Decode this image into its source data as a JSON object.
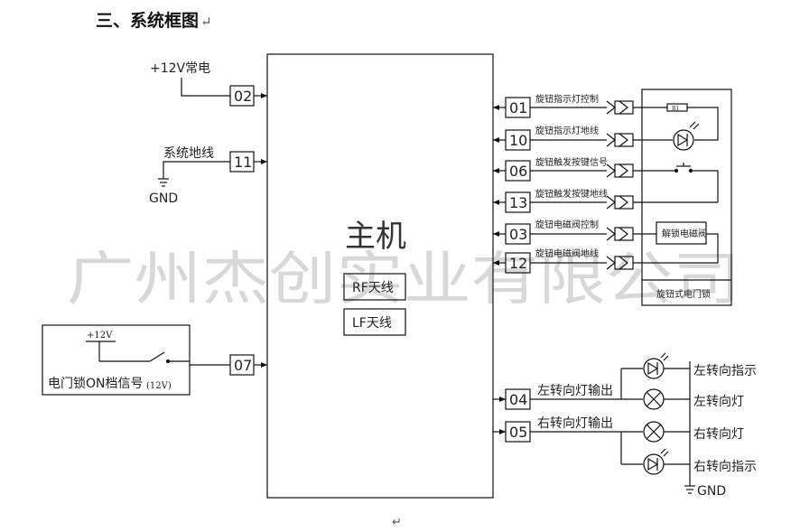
{
  "heading": {
    "text": "三、系统框图",
    "mark": "↵"
  },
  "paragraph_mark": "↵",
  "watermark": "广州杰创实业有限公司",
  "main_unit": {
    "label": "主机",
    "antennas": [
      "RF天线",
      "LF天线"
    ]
  },
  "left_inputs": [
    {
      "pin": "02",
      "label": "+12V常电"
    },
    {
      "pin": "11",
      "label": "系统地线",
      "ground": "GND"
    },
    {
      "pin": "07",
      "switch_supply": "+12V",
      "label": "电门锁ON档信号",
      "label_note": "(12V)"
    }
  ],
  "right_outputs": [
    {
      "pin": "01",
      "label": "旋钮指示灯控制"
    },
    {
      "pin": "10",
      "label": "旋钮指示灯地线"
    },
    {
      "pin": "06",
      "label": "旋钮触发按键信号"
    },
    {
      "pin": "13",
      "label": "旋钮触发按键地线"
    },
    {
      "pin": "03",
      "label": "旋钮电磁阀控制"
    },
    {
      "pin": "12",
      "label": "旋钮电磁阀地线"
    }
  ],
  "knob_lock": {
    "title": "旋钮式电门锁",
    "solenoid": "解锁电磁阀",
    "resistor": "R1"
  },
  "turn_outputs": [
    {
      "pin": "04",
      "label": "左转向灯输出",
      "loads": [
        "左转向指示",
        "左转向灯"
      ]
    },
    {
      "pin": "05",
      "label": "右转向灯输出",
      "loads": [
        "右转向灯",
        "右转向指示"
      ]
    }
  ],
  "ground_label": "GND"
}
